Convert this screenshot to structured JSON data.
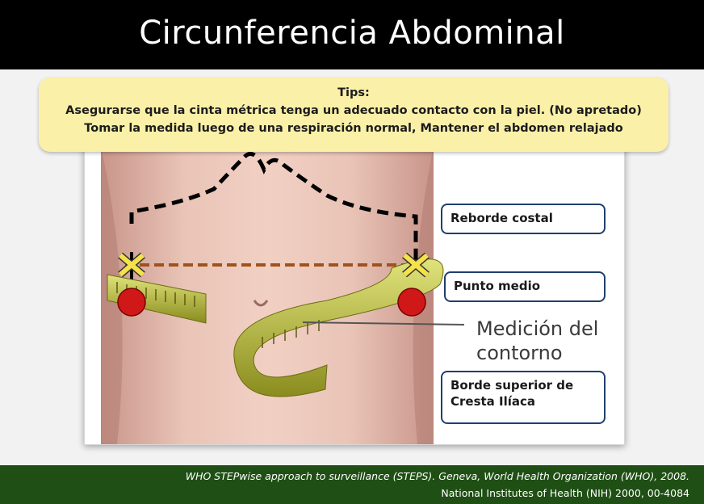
{
  "title": "Circunferencia Abdominal",
  "tips": {
    "heading": "Tips:",
    "line1": "Asegurarse que la cinta métrica tenga un adecuado contacto con la piel. (No apretado)",
    "line2": "Tomar la medida luego de una respiración normal, Mantener el abdomen relajado"
  },
  "labels": {
    "costal": "Reborde costal",
    "midpoint": "Punto medio",
    "iliac_line1": "Borde superior de",
    "iliac_line2": "Cresta Ilíaca"
  },
  "annotation": {
    "line1": "Medición del",
    "line2": "contorno"
  },
  "footer": {
    "line1": "WHO STEPwise approach to surveillance (STEPS). Geneva, World Health Organization (WHO), 2008.",
    "line2": "National Institutes of Health (NIH) 2000, 00-4084"
  },
  "colors": {
    "tips_bg": "#fbf0a8",
    "label_border": "#1f3f6e",
    "tape": "#c9cc3a",
    "marker_red": "#d01818",
    "dashed_line": "#000000",
    "midline_brown": "#a0521c",
    "footer_bg": "#1f4f14"
  }
}
